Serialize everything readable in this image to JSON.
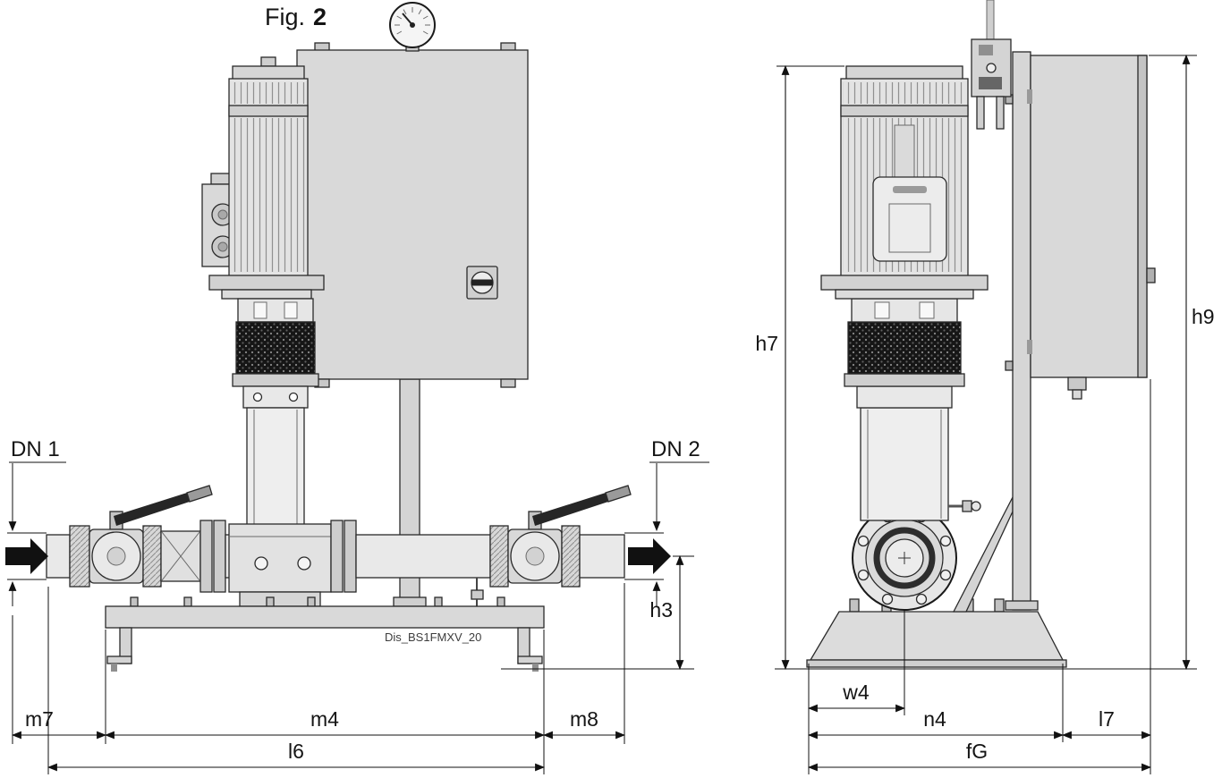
{
  "figure": {
    "prefix": "Fig.",
    "number": "2"
  },
  "front_view": {
    "inlet_label": "DN 1",
    "outlet_label": "DN 2",
    "dims": {
      "h3": "h3",
      "m7": "m7",
      "m4": "m4",
      "m8": "m8",
      "l6": "l6"
    }
  },
  "side_view": {
    "dims": {
      "h7": "h7",
      "h9": "h9",
      "w4": "w4",
      "n4": "n4",
      "l7": "l7",
      "fG": "fG"
    }
  },
  "annotations": {
    "drawing_code": "Dis_BS1FMXV_20"
  },
  "colors": {
    "line": "#1a1a1a",
    "fill_light": "#e6e6e6",
    "fill_panel": "#d9d9d9",
    "fill_dark": "#1c1c1c",
    "background": "#ffffff"
  }
}
